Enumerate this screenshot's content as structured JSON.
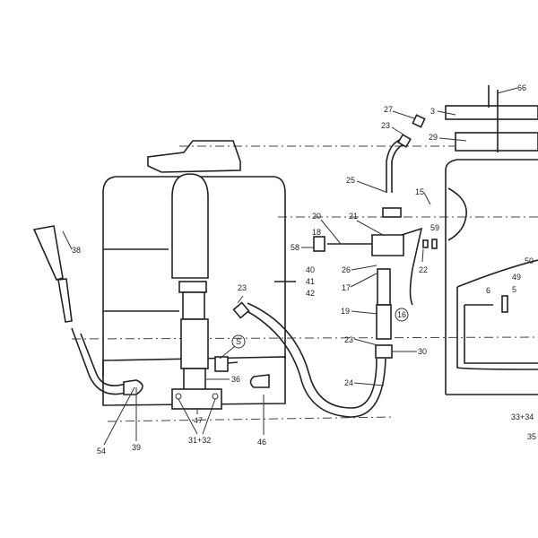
{
  "labels": {
    "l66": "66",
    "l3": "3",
    "l27": "27",
    "l23a": "23",
    "l29": "29",
    "l25": "25",
    "l15": "15",
    "l20": "20",
    "l21": "21",
    "l18": "18",
    "l59": "59",
    "l58": "58",
    "l22": "22",
    "l26": "26",
    "l17": "17",
    "l40": "40",
    "l41": "41",
    "l42": "42",
    "l23b": "23",
    "l19": "19",
    "l16": "16",
    "l23c": "23",
    "l30": "30",
    "l24": "24",
    "l50": "50",
    "l49": "49",
    "l6": "6",
    "l5": "5",
    "l36": "36",
    "lS": "S",
    "l38": "38",
    "l47": "47",
    "l3132": "31+32",
    "l46": "46",
    "l54": "54",
    "l39": "39",
    "l3334": "33+34",
    "l35": "35"
  }
}
